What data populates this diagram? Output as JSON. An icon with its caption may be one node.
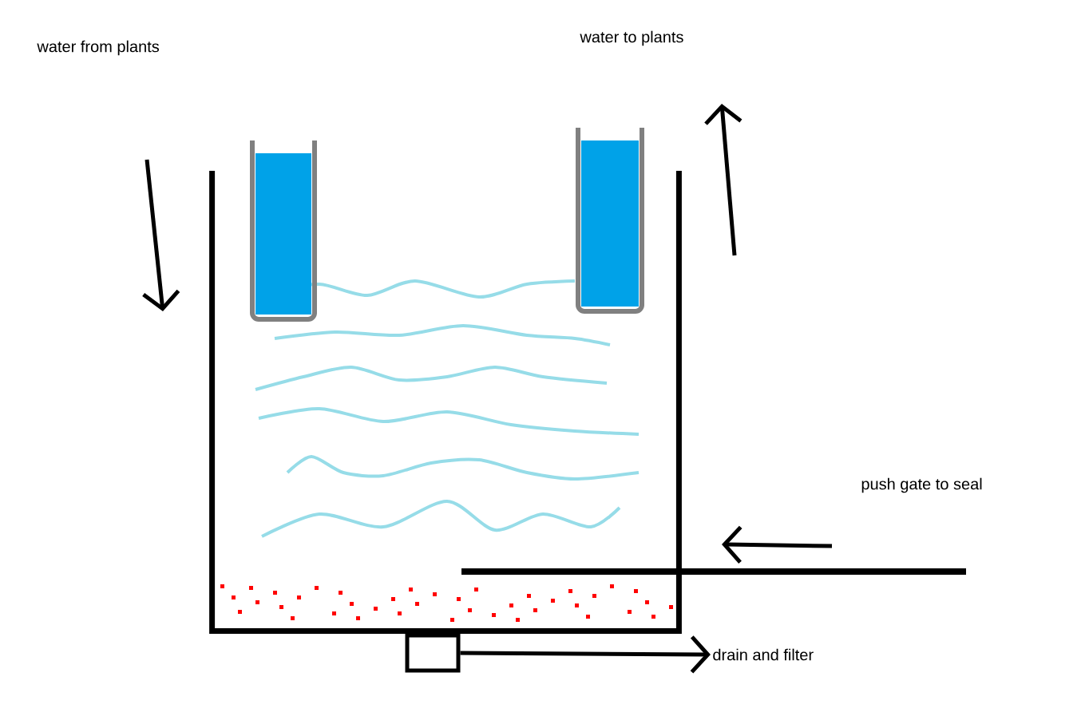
{
  "diagram": {
    "nodes": [
      {
        "text": [
          "drain and filter"
        ]
      },
      {
        "text": [],
        "shape": "box"
      },
      {
        "text": [],
        "shape": "bar"
      },
      {
        "text": [],
        "shape": "box"
      }
    ],
    "edges": [
      {
        "from": 3,
        "to": 0,
        "arrow": "to"
      }
    ],
    "labels": [
      "water from plants",
      "water to plants",
      "push gate to seal"
    ]
  }
}
